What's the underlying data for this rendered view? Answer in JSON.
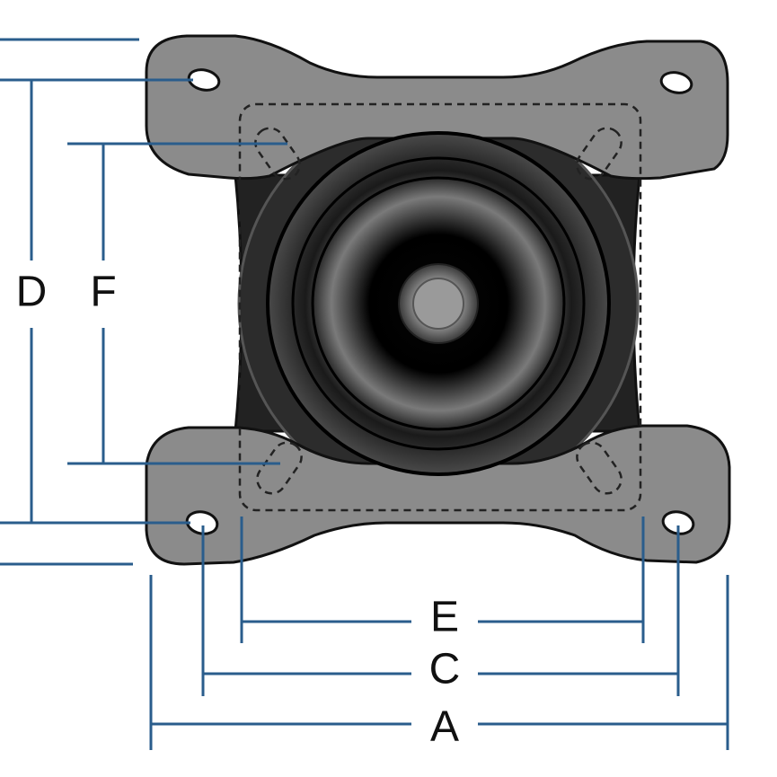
{
  "labels": {
    "A": "A",
    "C": "C",
    "E": "E",
    "D": "D",
    "F": "F"
  },
  "colors": {
    "dimension_line": "#2a5d8c",
    "plate_fill": "#8b8b8b",
    "plate_stroke": "#111111",
    "body_dark": "#1f1f1f",
    "hub": "#9a9a9a",
    "label_text": "#111111"
  }
}
